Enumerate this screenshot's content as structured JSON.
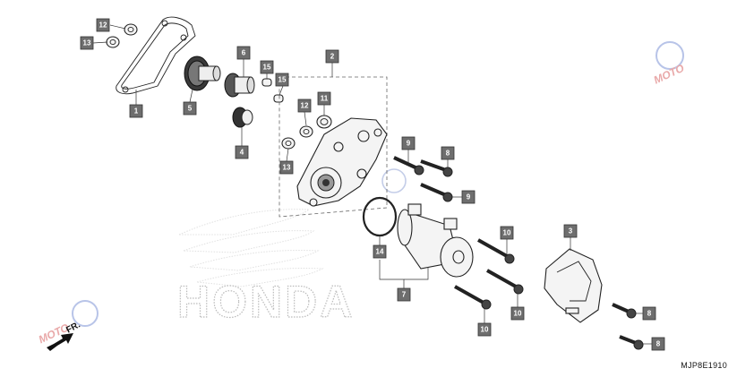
{
  "diagram_code": "MJP8E1910",
  "direction_label": "FR.",
  "brand_watermark": "HONDA",
  "site_watermark": "MOTO",
  "callouts": [
    "12",
    "13",
    "1",
    "5",
    "4",
    "6",
    "15",
    "15",
    "2",
    "12",
    "11",
    "13",
    "9",
    "8",
    "9",
    "14",
    "7",
    "10",
    "10",
    "10",
    "3",
    "8",
    "8"
  ]
}
